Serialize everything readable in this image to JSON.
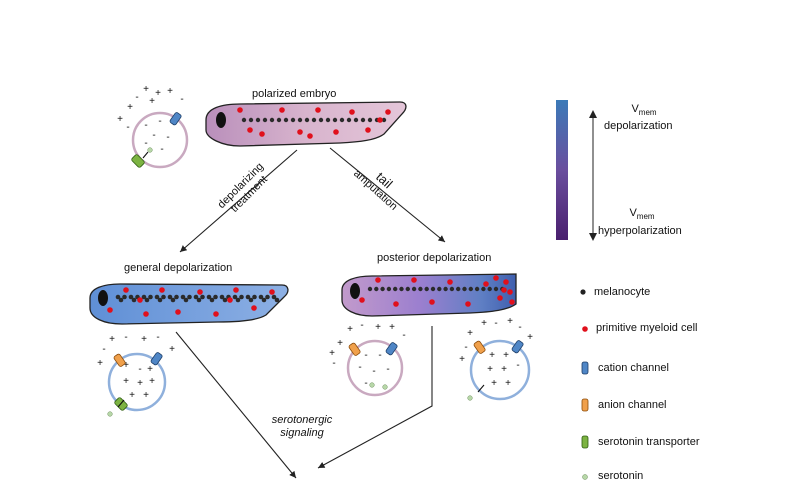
{
  "labels": {
    "polarized_embryo": "polarized embryo",
    "general_depolarization": "general depolarization",
    "posterior_depolarization": "posterior depolarization",
    "depolarizing_line1": "depolarizing",
    "depolarizing_line2": "treatment",
    "tail": "tail",
    "amputation": "amputation",
    "serotonergic_line1": "serotonergic",
    "serotonergic_line2": "signaling"
  },
  "scale_bar": {
    "top_v": "V",
    "top_sub": "mem",
    "top_text": "depolarization",
    "bottom_v": "V",
    "bottom_sub": "mem",
    "bottom_text": "hyperpolarization"
  },
  "legend": {
    "items": [
      {
        "label": "melanocyte",
        "symbol": "melanocyte",
        "color": "#222222"
      },
      {
        "label": "primitive  myeloid cell",
        "symbol": "myeloid-cell",
        "color": "#e0101c"
      },
      {
        "label": "cation channel",
        "symbol": "cation-channel",
        "color": "#4f86c6"
      },
      {
        "label": "anion channel",
        "symbol": "anion-channel",
        "color": "#f0a04b"
      },
      {
        "label": "serotonin transporter",
        "symbol": "serotonin-transporter",
        "color": "#7cb342"
      },
      {
        "label": "serotonin",
        "symbol": "serotonin",
        "color": "#b7d7a8"
      }
    ]
  },
  "colors": {
    "hyperpolarized": "#6b2c91",
    "depolarized": "#3f6fb4",
    "embryo_fill_light": "#d9b8d0",
    "embryo_fill_blue": "#6f9bd8",
    "melanocyte": "#2b2b2b",
    "myeloid": "#e0101c",
    "cell_membrane": "#c9a9c0",
    "cell_membrane_blue": "#8fb0dc"
  }
}
